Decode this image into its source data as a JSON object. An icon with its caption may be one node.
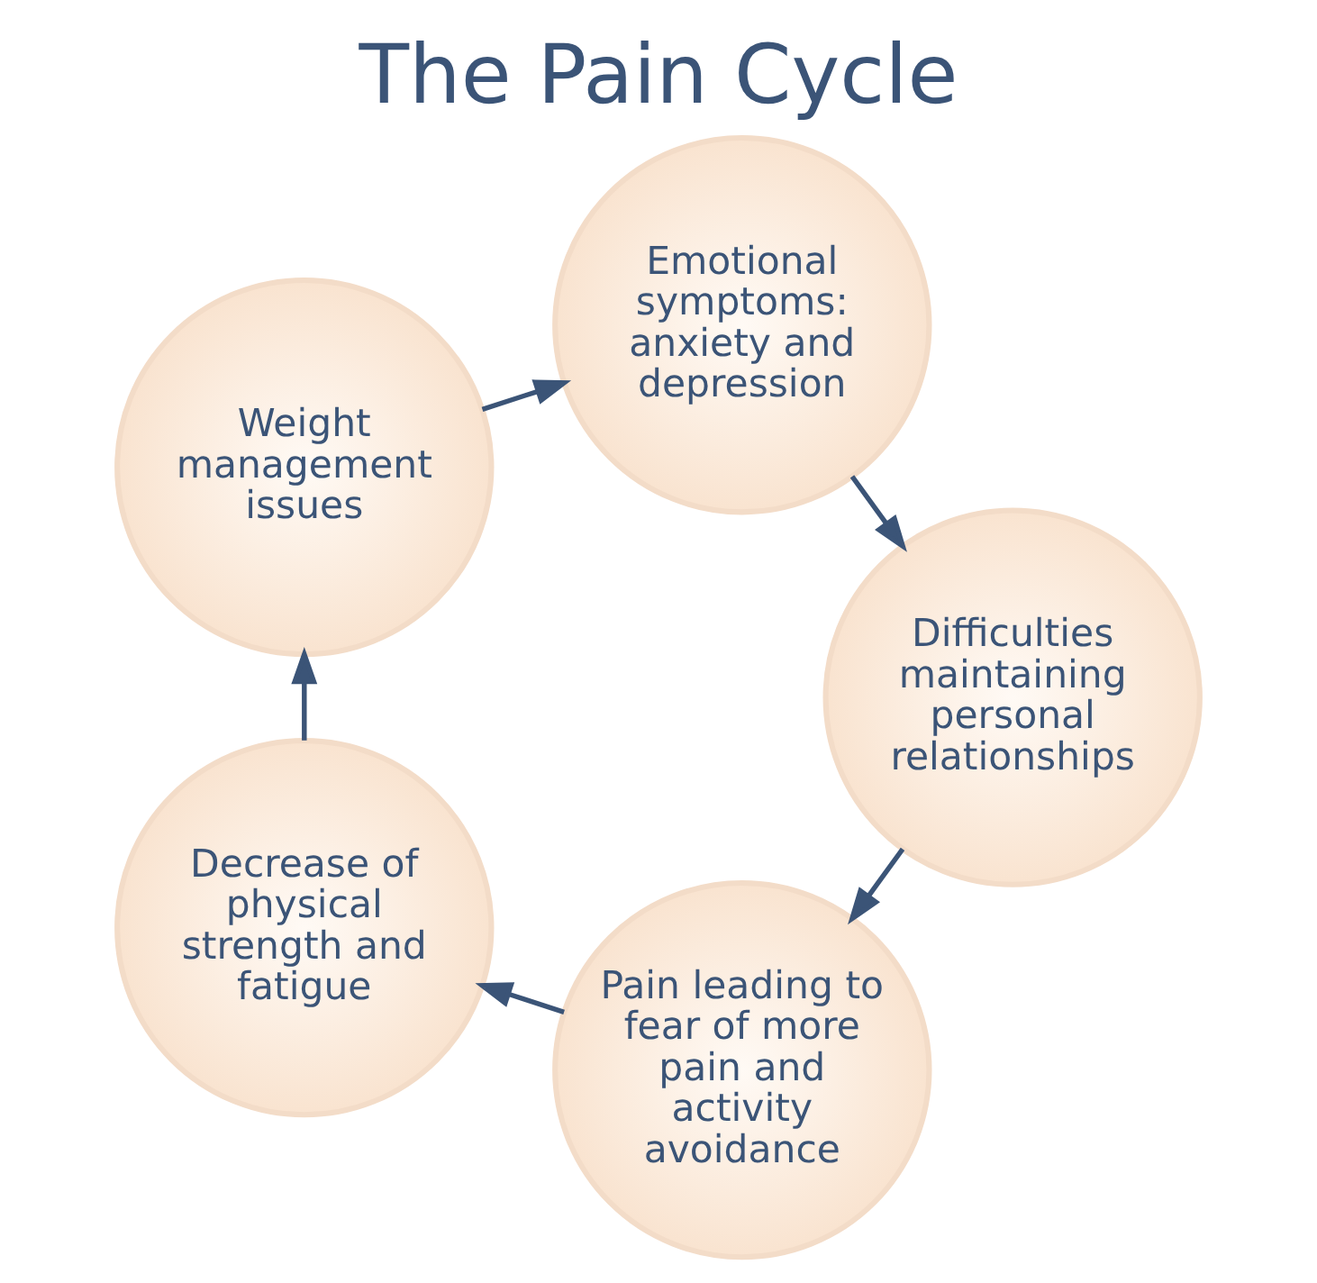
{
  "diagram": {
    "title": "The Pain Cycle",
    "nodes": [
      {
        "text": [
          "Pain leading to fear of more pain and activity avoidance"
        ]
      },
      {
        "text": [
          "Decrease of physical strength and fatigue"
        ]
      },
      {
        "text": [
          "Weight management issues"
        ]
      },
      {
        "text": [
          "Emotional symptoms: anxiety and depression"
        ]
      },
      {
        "text": [
          "Difficulties maintaining personal relationships"
        ]
      }
    ],
    "edges": [
      {
        "from": 0,
        "to": 1,
        "arrow": "to"
      },
      {
        "from": 1,
        "to": 2,
        "arrow": "to"
      },
      {
        "from": 2,
        "to": 3,
        "arrow": "to"
      },
      {
        "from": 3,
        "to": 4,
        "arrow": "to"
      },
      {
        "from": 4,
        "to": 0,
        "arrow": "to"
      }
    ]
  }
}
